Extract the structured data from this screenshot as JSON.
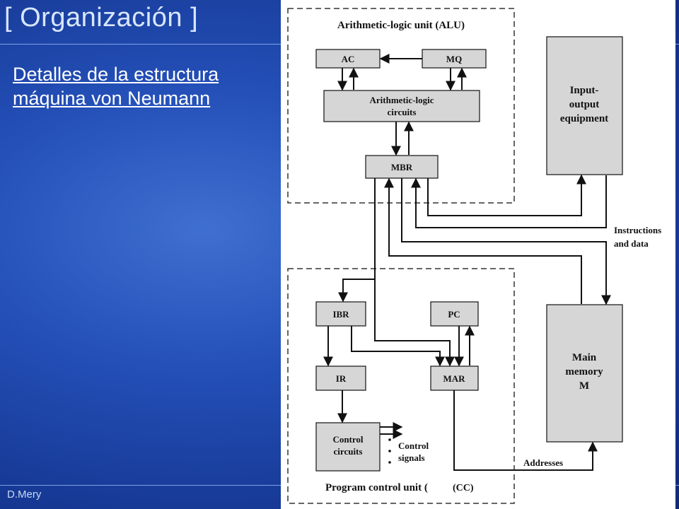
{
  "slide": {
    "title": "[ Organización ]",
    "subtitle_line1": "Detalles de la estructura",
    "subtitle_line2": "máquina von Neumann",
    "author": "D.Mery"
  },
  "diagram": {
    "alu_section_label": "Arithmetic-logic unit (ALU)",
    "ac": "AC",
    "mq": "MQ",
    "alc_line1": "Arithmetic-logic",
    "alc_line2": "circuits",
    "mbr": "MBR",
    "io_line1": "Input-",
    "io_line2": "output",
    "io_line3": "equipment",
    "instr_line1": "Instructions",
    "instr_line2": "and data",
    "ibr": "IBR",
    "pc": "PC",
    "ir": "IR",
    "mar": "MAR",
    "mem_line1": "Main",
    "mem_line2": "memory",
    "mem_line3": "M",
    "ctrl_line1": "Control",
    "ctrl_line2": "circuits",
    "ctrl_signals_line1": "Control",
    "ctrl_signals_line2": "signals",
    "addresses": "Addresses",
    "pcu_section_label": "Program control unit (",
    "cc": "(CC)"
  },
  "colors": {
    "box_fill": "#d6d6d6",
    "panel": "#ffffff"
  }
}
